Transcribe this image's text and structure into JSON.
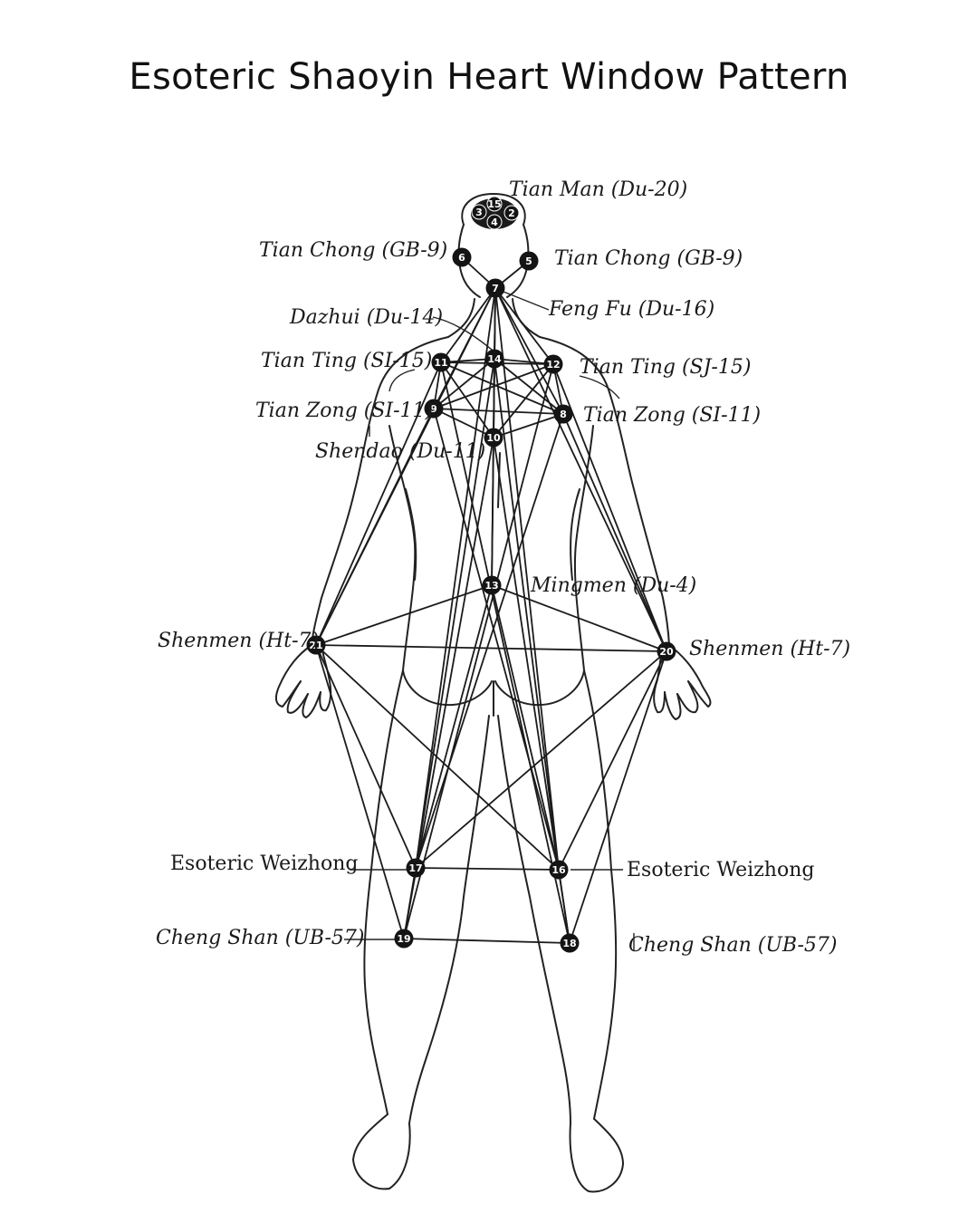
{
  "title": "Esoteric Shaoyin Heart Window Pattern",
  "points": [
    {
      "id": "2",
      "label": ""
    },
    {
      "id": "3",
      "label": ""
    },
    {
      "id": "4",
      "label": ""
    },
    {
      "id": "5",
      "label": "Tian Chong (GB-9)"
    },
    {
      "id": "6",
      "label": "Tian Chong (GB-9)"
    },
    {
      "id": "7",
      "label": "Feng Fu (Du-16)"
    },
    {
      "id": "8",
      "label": "Tian Zong (SI-11)"
    },
    {
      "id": "9",
      "label": "Tian Zong (SI-11)"
    },
    {
      "id": "10",
      "label": "Shendao (Du-11)"
    },
    {
      "id": "11",
      "label": "Tian Ting (SI-15)"
    },
    {
      "id": "12",
      "label": "Tian Ting (SJ-15)"
    },
    {
      "id": "13",
      "label": "Mingmen (Du-4)"
    },
    {
      "id": "14",
      "label": "Dazhui (Du-14)"
    },
    {
      "id": "15",
      "label": "Tian Man (Du-20)"
    },
    {
      "id": "16",
      "label": "Esoteric Weizhong"
    },
    {
      "id": "17",
      "label": "Esoteric Weizhong"
    },
    {
      "id": "18",
      "label": "Cheng Shan (UB-57)"
    },
    {
      "id": "19",
      "label": "Cheng Shan (UB-57)"
    },
    {
      "id": "20",
      "label": "Shenmen (Ht-7)"
    },
    {
      "id": "21",
      "label": "Shenmen (Ht-7)"
    }
  ],
  "labels": {
    "tian_man": "Tian Man (Du-20)",
    "tian_chong_left": "Tian Chong (GB-9)",
    "tian_chong_right": "Tian Chong (GB-9)",
    "feng_fu": "Feng Fu (Du-16)",
    "dazhui": "Dazhui (Du-14)",
    "tian_ting_left": "Tian Ting (SI-15)",
    "tian_ting_right": "Tian Ting (SJ-15)",
    "tian_zong_left": "Tian Zong (SI-11)",
    "tian_zong_right": "Tian Zong (SI-11)",
    "shendao": "Shendao (Du-11)",
    "mingmen": "Mingmen (Du-4)",
    "shenmen_left": "Shenmen (Ht-7)",
    "shenmen_right": "Shenmen (Ht-7)",
    "weizhong_left": "Esoteric Weizhong",
    "weizhong_right": "Esoteric Weizhong",
    "cheng_shan_left": "Cheng Shan (UB-57)",
    "cheng_shan_right": "Cheng Shan (UB-57)"
  },
  "connections": [
    [
      "7",
      "6"
    ],
    [
      "7",
      "5"
    ],
    [
      "7",
      "11"
    ],
    [
      "7",
      "12"
    ],
    [
      "7",
      "14"
    ],
    [
      "7",
      "9"
    ],
    [
      "7",
      "8"
    ],
    [
      "7",
      "10"
    ],
    [
      "7",
      "13"
    ],
    [
      "7",
      "21"
    ],
    [
      "7",
      "20"
    ],
    [
      "7",
      "17"
    ],
    [
      "7",
      "16"
    ],
    [
      "11",
      "14"
    ],
    [
      "14",
      "12"
    ],
    [
      "11",
      "12"
    ],
    [
      "11",
      "8"
    ],
    [
      "12",
      "9"
    ],
    [
      "11",
      "10"
    ],
    [
      "12",
      "10"
    ],
    [
      "9",
      "8"
    ],
    [
      "9",
      "10"
    ],
    [
      "8",
      "10"
    ],
    [
      "14",
      "9"
    ],
    [
      "14",
      "8"
    ],
    [
      "14",
      "10"
    ],
    [
      "11",
      "9"
    ],
    [
      "12",
      "8"
    ],
    [
      "11",
      "21"
    ],
    [
      "12",
      "20"
    ],
    [
      "9",
      "21"
    ],
    [
      "8",
      "20"
    ],
    [
      "9",
      "16"
    ],
    [
      "8",
      "17"
    ],
    [
      "11",
      "18"
    ],
    [
      "12",
      "19"
    ],
    [
      "10",
      "13"
    ],
    [
      "10",
      "19"
    ],
    [
      "10",
      "18"
    ],
    [
      "14",
      "17"
    ],
    [
      "14",
      "16"
    ],
    [
      "13",
      "21"
    ],
    [
      "13",
      "20"
    ],
    [
      "13",
      "17"
    ],
    [
      "13",
      "16"
    ],
    [
      "21",
      "20"
    ],
    [
      "21",
      "17"
    ],
    [
      "21",
      "16"
    ],
    [
      "21",
      "19"
    ],
    [
      "20",
      "16"
    ],
    [
      "20",
      "17"
    ],
    [
      "20",
      "18"
    ],
    [
      "17",
      "16"
    ],
    [
      "19",
      "18"
    ],
    [
      "17",
      "19"
    ],
    [
      "16",
      "18"
    ]
  ]
}
